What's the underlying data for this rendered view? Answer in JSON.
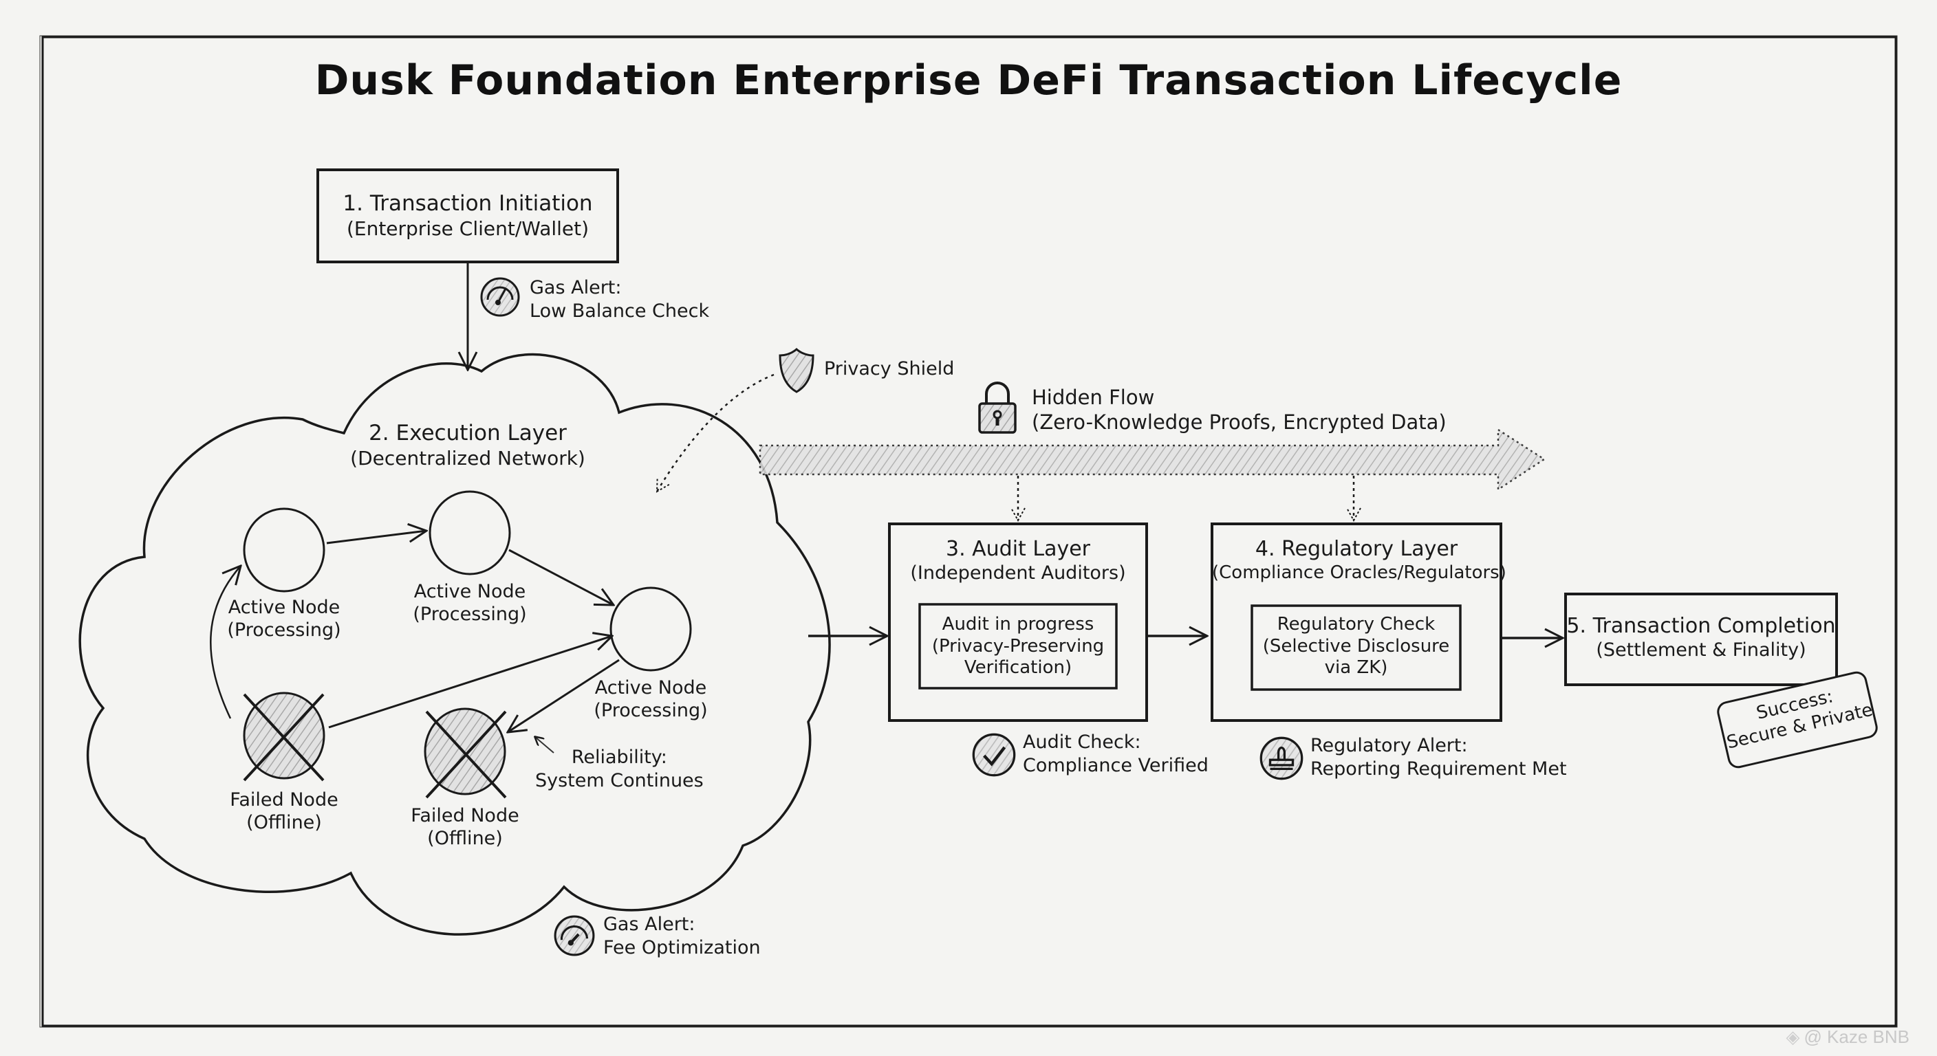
{
  "title": "Dusk Foundation Enterprise DeFi Transaction Lifecycle",
  "steps": {
    "initiation": {
      "title": "1. Transaction Initiation",
      "subtitle": "(Enterprise Client/Wallet)"
    },
    "execution": {
      "title": "2. Execution Layer",
      "subtitle": "(Decentralized Network)"
    },
    "audit": {
      "title": "3. Audit Layer",
      "subtitle": "(Independent Auditors)",
      "inner": {
        "line1": "Audit in progress",
        "line2": "(Privacy-Preserving",
        "line3": "Verification)"
      }
    },
    "regulatory": {
      "title": "4. Regulatory Layer",
      "subtitle": "(Compliance Oracles/Regulators)",
      "inner": {
        "line1": "Regulatory Check",
        "line2": "(Selective Disclosure",
        "line3": "via ZK)"
      }
    },
    "completion": {
      "title": "5. Transaction Completion",
      "subtitle": "(Settlement & Finality)"
    }
  },
  "nodes": [
    {
      "status": "active",
      "label": "Active Node",
      "state": "(Processing)"
    },
    {
      "status": "active",
      "label": "Active Node",
      "state": "(Processing)"
    },
    {
      "status": "active",
      "label": "Active Node",
      "state": "(Processing)"
    },
    {
      "status": "failed",
      "label": "Failed Node",
      "state": "(Offline)"
    },
    {
      "status": "failed",
      "label": "Failed Node",
      "state": "(Offline)"
    }
  ],
  "annotations": {
    "gas_low_balance": {
      "icon": "gauge-icon",
      "line1": "Gas Alert:",
      "line2": "Low Balance Check"
    },
    "gas_fee": {
      "icon": "gauge-icon",
      "line1": "Gas Alert:",
      "line2": "Fee Optimization"
    },
    "reliability": {
      "line1": "Reliability:",
      "line2": "System Continues"
    },
    "privacy_shield": {
      "icon": "shield-icon",
      "label": "Privacy Shield"
    },
    "hidden_flow": {
      "icon": "lock-icon",
      "line1": "Hidden Flow",
      "line2": "(Zero-Knowledge Proofs, Encrypted Data)"
    },
    "audit_check": {
      "icon": "checkmark-icon",
      "line1": "Audit Check:",
      "line2": "Compliance Verified"
    },
    "regulatory_alert": {
      "icon": "stamp-icon",
      "line1": "Regulatory Alert:",
      "line2": "Reporting Requirement Met"
    },
    "success": {
      "line1": "Success:",
      "line2": "Secure & Private"
    }
  },
  "watermark": "@ Kaze BNB",
  "colors": {
    "ink": "#1a1a1a",
    "paper": "#f4f4f2",
    "hatch": "#9a9a9a"
  }
}
